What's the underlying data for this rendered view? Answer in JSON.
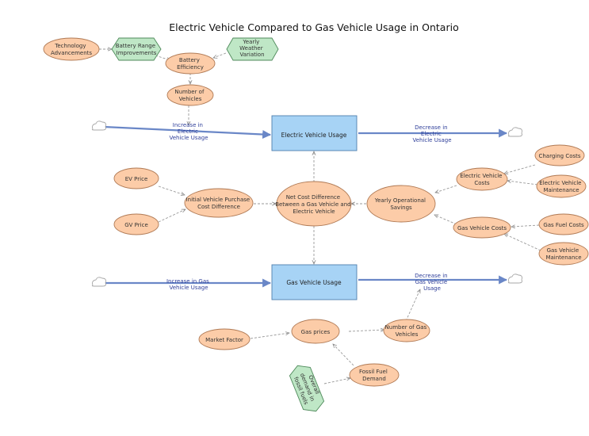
{
  "title": "Electric Vehicle Compared to Gas Vehicle Usage in Ontario",
  "colors": {
    "variable_fill": "#fccca8",
    "variable_stroke": "#b07a55",
    "constant_fill": "#bfe7c6",
    "constant_stroke": "#4f8a5b",
    "stock_fill": "#a7d3f5",
    "stock_stroke": "#4f7fae",
    "flow": "#6a87c7",
    "link": "#9a9a9a",
    "flow_text": "#2f3f9a"
  },
  "stocks": {
    "ev_usage": "Electric Vehicle Usage",
    "gas_usage": "Gas Vehicle Usage"
  },
  "flows": {
    "ev_in": [
      "Increase in",
      "Electric",
      "Vehicle Usage"
    ],
    "ev_out": [
      "Decrease in",
      "Electric",
      "Vehicle Usage"
    ],
    "gas_in": [
      "Increase in Gas",
      "Vehicle Usage"
    ],
    "gas_out": [
      "Decrease in",
      "Gas Vehicle",
      "Usage"
    ]
  },
  "variables": {
    "tech_adv": [
      "Technology",
      "Advancements"
    ],
    "battery_eff": [
      "Battery",
      "Efficiency"
    ],
    "num_vehicles": [
      "Number of",
      "Vehicles"
    ],
    "ev_price": [
      "EV Price"
    ],
    "gv_price": [
      "GV Price"
    ],
    "init_cost": [
      "Initial Vehicle Purchase",
      "Cost Difference"
    ],
    "net_cost": [
      "Net Cost Difference",
      "Between a Gas Vehicle and",
      "Electric Vehicle"
    ],
    "yearly_op": [
      "Yearly Operational",
      "Savings"
    ],
    "ev_costs": [
      "Electric Vehicle",
      "Costs"
    ],
    "charging": [
      "Charging Costs"
    ],
    "ev_maint": [
      "Electric Vehicle",
      "Maintenance"
    ],
    "gas_costs": [
      "Gas Vehicle Costs"
    ],
    "gas_fuel": [
      "Gas Fuel Costs"
    ],
    "gas_maint": [
      "Gas Vehicle",
      "Maintenance"
    ],
    "market": [
      "Market Factor"
    ],
    "gas_prices": [
      "Gas prices"
    ],
    "num_gas": [
      "Number of Gas",
      "Vehicles"
    ],
    "fossil": [
      "Fossil Fuel",
      "Demand"
    ]
  },
  "constants": {
    "battery_range": [
      "Battery Range",
      "Improvements"
    ],
    "weather": [
      "Yearly",
      "Weather",
      "Variation"
    ],
    "overall_demand": [
      "Overall",
      "demand in",
      "fossil fuels"
    ]
  }
}
